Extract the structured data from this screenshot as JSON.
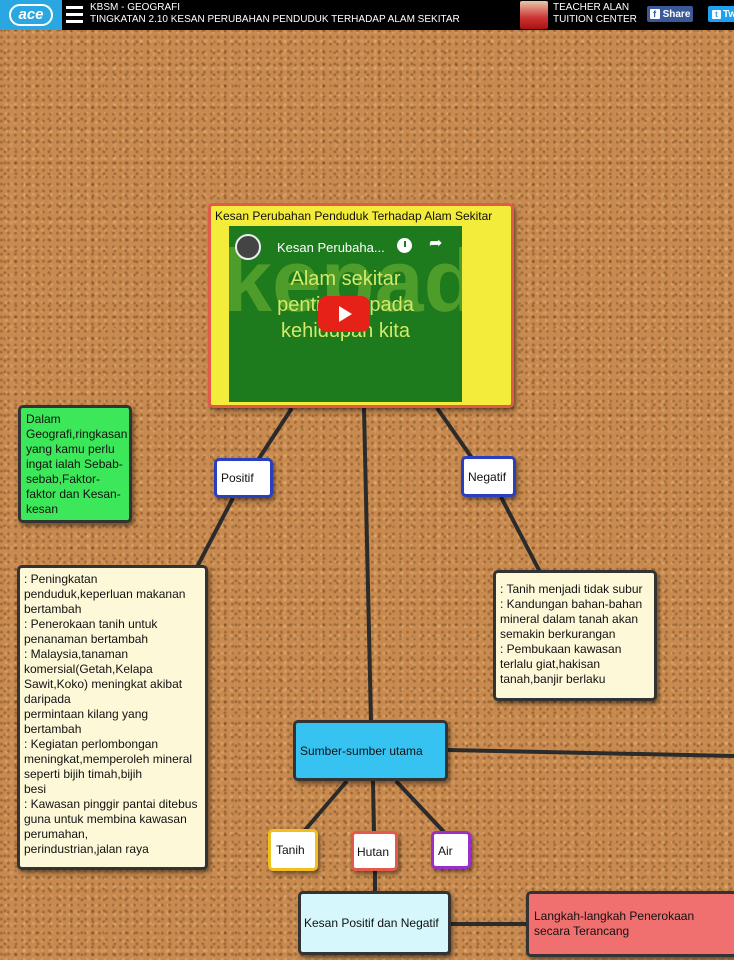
{
  "header": {
    "logo_text": "ace",
    "course": "KBSM - GEOGRAFI",
    "topic": "TINGKATAN 2.10 KESAN PERUBAHAN PENDUDUK TERHADAP ALAM SEKITAR",
    "teacher_line1": "TEACHER ALAN",
    "teacher_line2": "TUITION CENTER",
    "share_facebook": "Share",
    "share_twitter": "Tw",
    "facebook_glyph": "f",
    "twitter_glyph": "t"
  },
  "main_node": {
    "title": "Kesan Perubahan Penduduk Terhadap Alam Sekitar",
    "video": {
      "title": "Kesan Perubaha...",
      "overlay_line1": "Alam sekitar",
      "overlay_line2": "penting kepada",
      "overlay_line3": "kehidupan kita",
      "background_text": "kepad g ke"
    }
  },
  "note": "Dalam Geografi,ringkasan yang kamu perlu ingat ialah Sebab-sebab,Faktor-faktor dan Kesan-kesan",
  "positif": "Positif",
  "negatif": "Negatif",
  "positive_list": ": Peningkatan penduduk,keperluan makanan bertambah\n: Penerokaan tanih untuk penanaman bertambah\n: Malaysia,tanaman komersial(Getah,Kelapa Sawit,Koko) meningkat akibat daripada\n  permintaan kilang yang bertambah\n: Kegiatan perlombongan meningkat,memperoleh mineral seperti bijih timah,bijih\n  besi\n: Kawasan pinggir pantai ditebus guna untuk membina kawasan perumahan,\n  perindustrian,jalan raya",
  "negative_list": ": Tanih menjadi tidak subur\n: Kandungan bahan-bahan mineral dalam tanah akan semakin berkurangan\n: Pembukaan kawasan terlalu giat,hakisan tanah,banjir berlaku",
  "sumber": "Sumber-sumber utama",
  "resources": {
    "tanih": "Tanih",
    "hutan": "Hutan",
    "air": "Air"
  },
  "kesan": "Kesan Positif dan Negatif",
  "langkah": "Langkah-langkah Penerokaan secara Terancang",
  "icons": [
    "menu-icon",
    "play-icon",
    "clock-icon",
    "share-icon"
  ],
  "colors": {
    "main_fill": "#f3ec3a",
    "note_fill": "#3ce85a",
    "sumber_fill": "#37c3f2",
    "langkah_fill": "#f07070",
    "list_fill": "#fdf8d8"
  }
}
